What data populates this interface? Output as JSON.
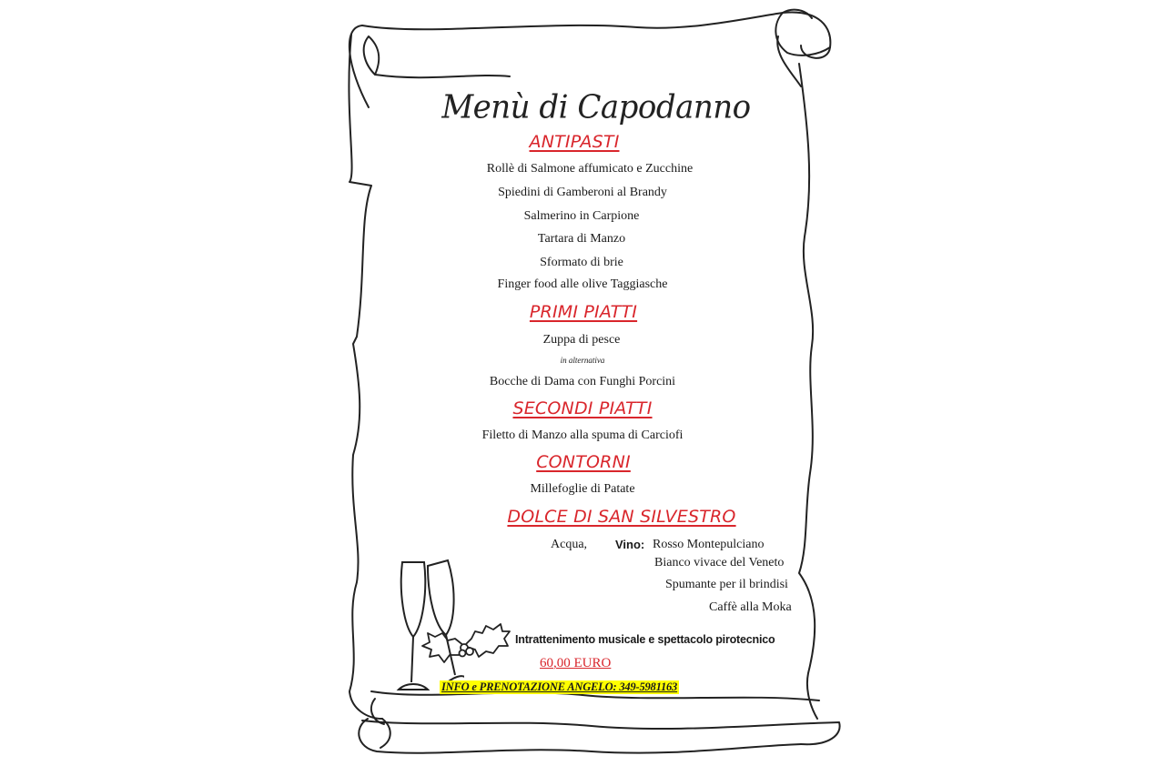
{
  "title": "Menù di Capodanno",
  "sections": {
    "antipasti": {
      "heading": "ANTIPASTI",
      "items": [
        "Rollè di Salmone affumicato e Zucchine",
        "Spiedini di Gamberoni al Brandy",
        "Salmerino in Carpione",
        "Tartara di Manzo",
        "Sformato di brie",
        "Finger food alle olive Taggiasche"
      ]
    },
    "primi": {
      "heading": "PRIMI PIATTI",
      "items": [
        "Zuppa di pesce",
        "in alternativa",
        "Bocche di Dama con Funghi Porcini"
      ]
    },
    "secondi": {
      "heading": "SECONDI PIATTI",
      "items": [
        "Filetto di Manzo alla spuma di Carciofi"
      ]
    },
    "contorni": {
      "heading": "CONTORNI",
      "items": [
        "Millefoglie di Patate"
      ]
    },
    "dolce": {
      "heading": "DOLCE DI SAN SILVESTRO"
    }
  },
  "drinks": {
    "water": "Acqua,",
    "wine_label": "Vino:",
    "wine_1": "Rosso Montepulciano",
    "wine_2": "Bianco vivace del Veneto",
    "sparkling": "Spumante per il brindisi",
    "coffee": "Caffè alla Moka"
  },
  "entertainment": "Intrattenimento musicale e spettacolo pirotecnico",
  "price": "60,00 EURO",
  "info": "INFO e PRENOTAZIONE ANGELO:  349-5981163",
  "colors": {
    "heading": "#d9262c",
    "highlight": "#ffff00",
    "ink": "#1a1a1a"
  }
}
